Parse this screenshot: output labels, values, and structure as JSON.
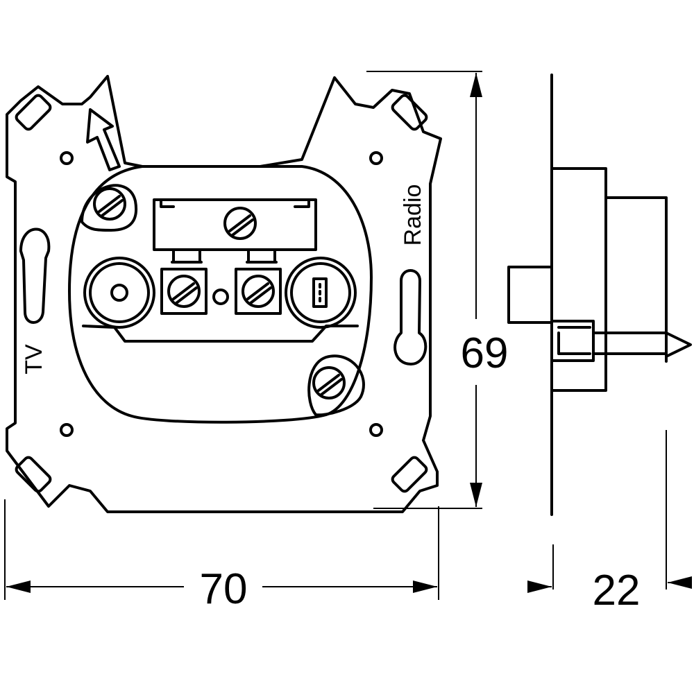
{
  "drawing": {
    "labels": {
      "tv": "TV",
      "radio": "Radio"
    },
    "dimensions": {
      "width": "70",
      "height": "69",
      "depth": "22"
    },
    "colors": {
      "line": "#000000",
      "background": "#ffffff"
    }
  }
}
